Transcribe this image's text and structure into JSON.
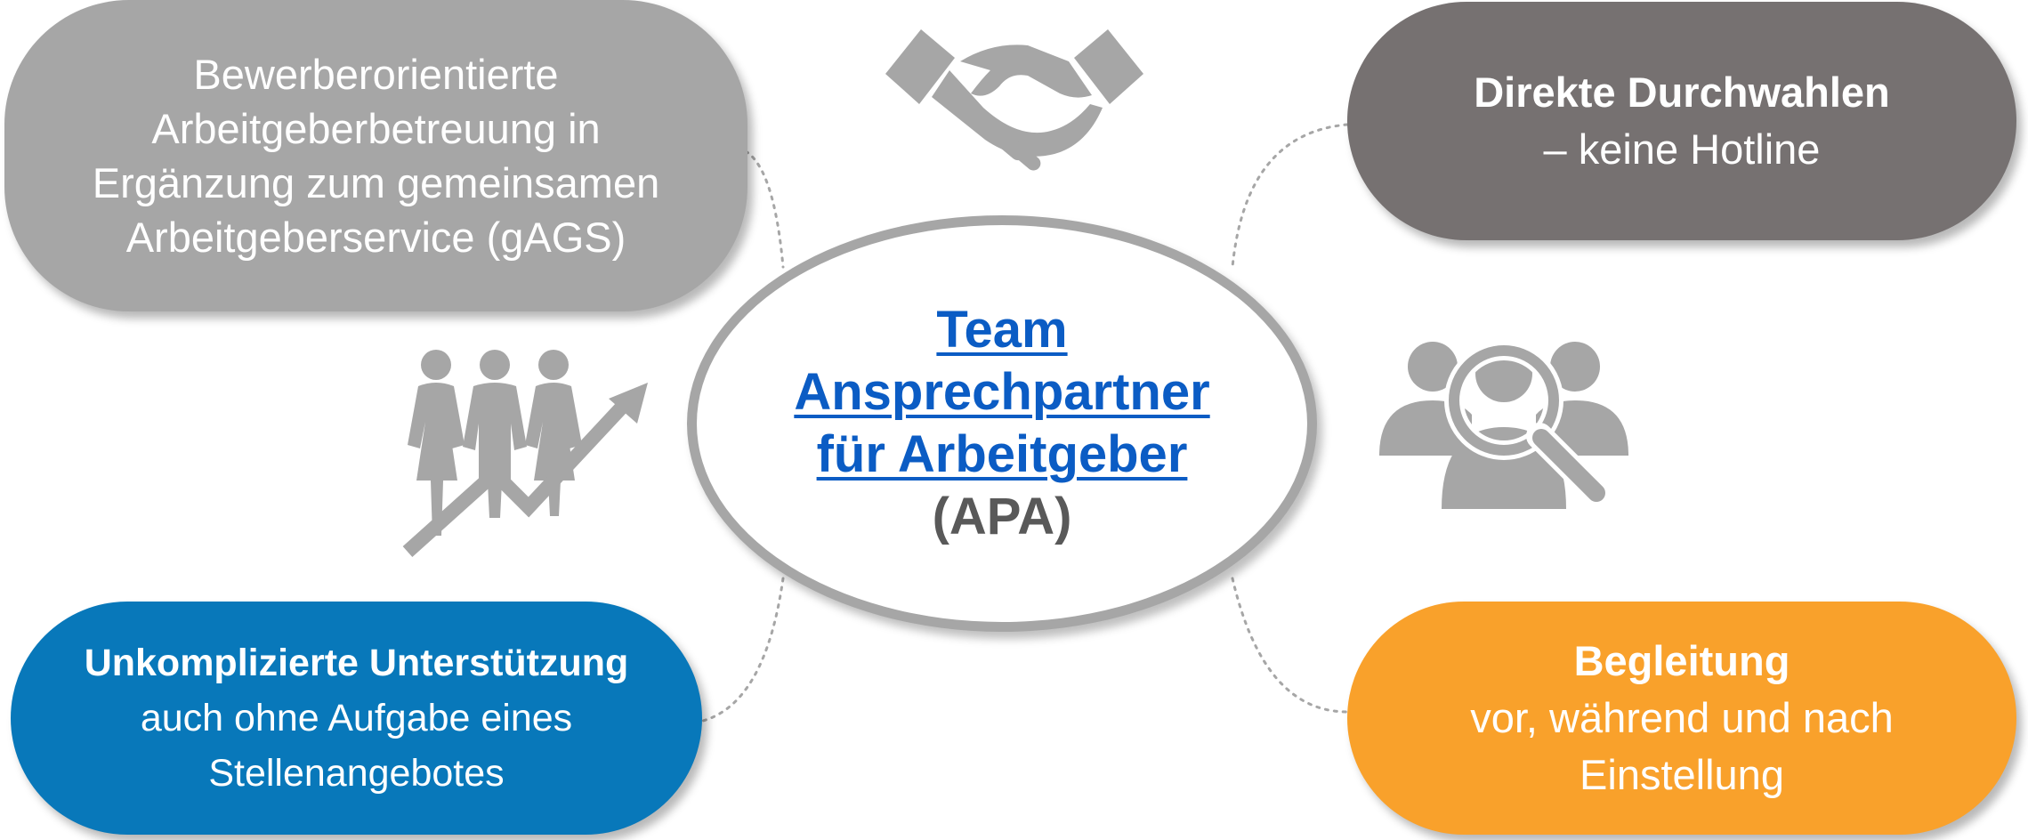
{
  "top_left": {
    "lines": [
      "Bewerberorientierte",
      "Arbeitgeberbetreuung in",
      "Ergänzung zum gemeinsamen",
      "Arbeitgeberservice (gAGS)"
    ]
  },
  "top_right": {
    "title": "Direkte Durchwahlen",
    "subtitle": "– keine Hotline"
  },
  "bottom_left": {
    "title": "Unkomplizierte Unterstützung",
    "lines": [
      "auch ohne Aufgabe eines",
      "Stellenangebotes"
    ]
  },
  "bottom_right": {
    "title": "Begleitung",
    "lines": [
      "vor, während und nach",
      "Einstellung"
    ]
  },
  "center": {
    "link_lines": [
      "Team",
      "Ansprechpartner",
      "für Arbeitgeber"
    ],
    "sub": "(APA)"
  },
  "colors": {
    "grey_light": "#a6a6a6",
    "grey_dark": "#767171",
    "blue": "#0878ba",
    "orange": "#f9a12b",
    "link": "#0b5cc4"
  },
  "icons": [
    "handshake-icon",
    "people-growth-icon",
    "people-search-icon"
  ]
}
